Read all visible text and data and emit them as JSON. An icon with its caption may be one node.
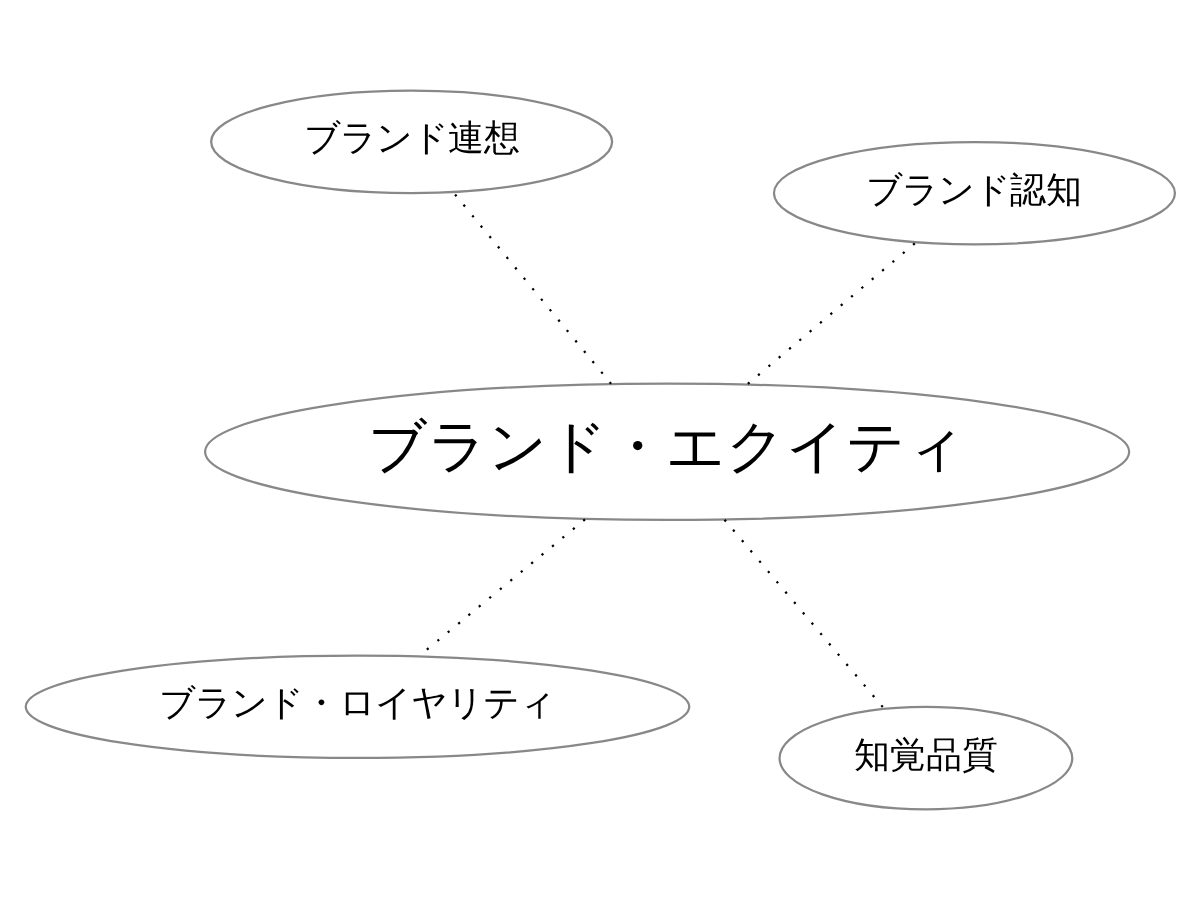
{
  "diagram": {
    "nodes": [
      {
        "text": [
          "ブランド・ロイヤリティ"
        ]
      },
      {
        "text": [
          "知覚品質"
        ]
      },
      {
        "text": [
          "ブランド・エクイティ"
        ]
      },
      {
        "text": [
          "ブランド連想"
        ]
      },
      {
        "text": [
          "ブランド認知"
        ]
      }
    ],
    "edges": [
      {
        "from": 2,
        "to": 0,
        "arrow": "none",
        "style": "dashed"
      },
      {
        "from": 2,
        "to": 1,
        "arrow": "none",
        "style": "dashed"
      },
      {
        "from": 2,
        "to": 3,
        "arrow": "none",
        "style": "dashed"
      },
      {
        "from": 2,
        "to": 4,
        "arrow": "none",
        "style": "dashed"
      }
    ]
  }
}
